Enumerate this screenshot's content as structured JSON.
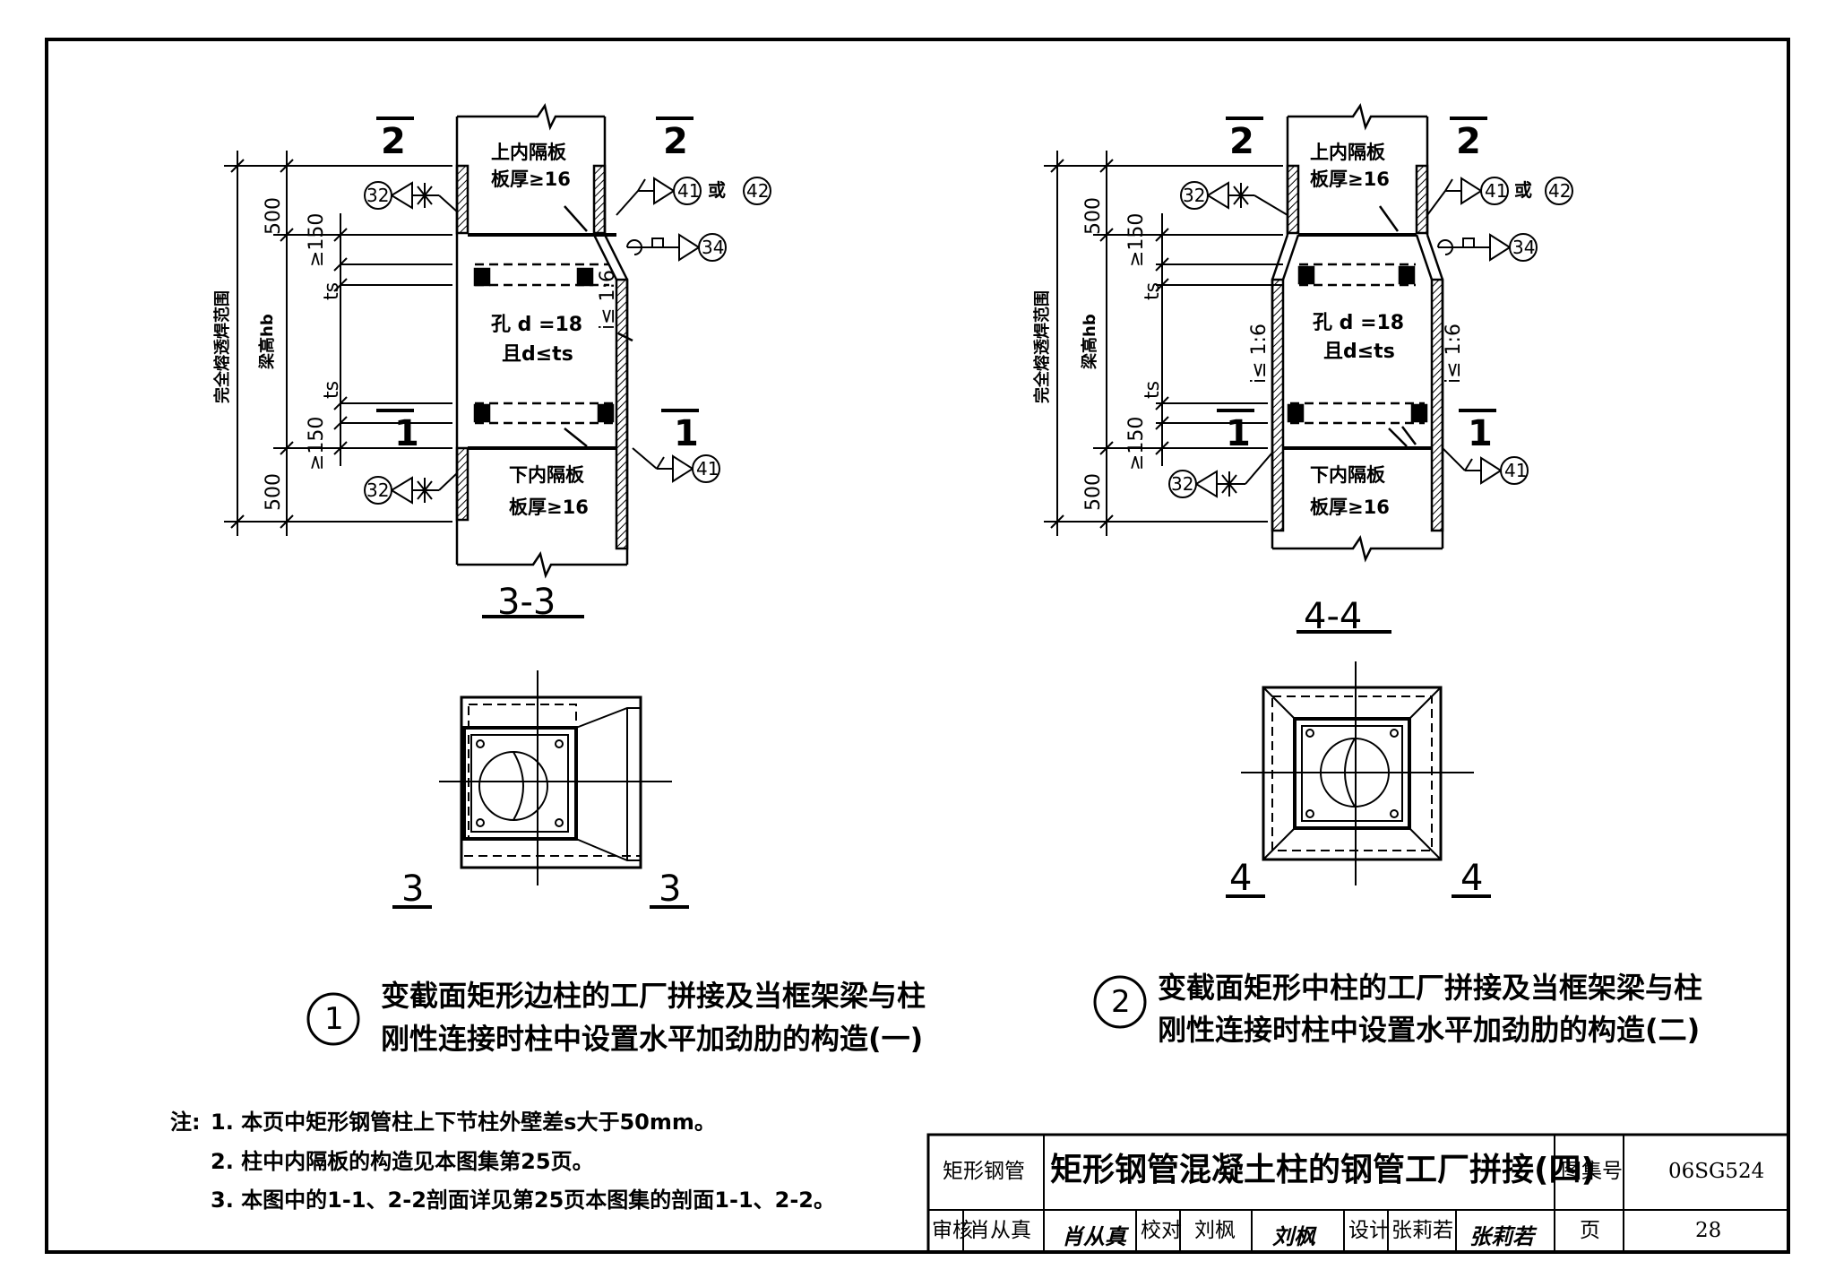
{
  "detail1": {
    "section_label": "3-3",
    "cut_label_top_left": "2",
    "cut_label_top_right": "2",
    "cut_label_bottom_left": "1",
    "cut_label_bottom_right": "1",
    "upper_diaphragm": "上内隔板",
    "upper_thickness": "板厚≥16",
    "lower_diaphragm": "下内隔板",
    "lower_thickness": "板厚≥16",
    "hole_line1": "孔 d =18",
    "hole_line2": "且d≤ts",
    "slope": "i≤ 1:6",
    "weld_range": "完全熔透焊范围",
    "beam_height": "梁高hb",
    "dim_500_top": "500",
    "dim_500_bottom": "500",
    "dim_150_top": "≥150",
    "dim_150_bottom": "≥150",
    "dim_ts_top": "ts",
    "dim_ts_bottom": "ts",
    "weld_32_top": "32",
    "weld_32_bottom": "32",
    "weld_41_top": "41",
    "weld_or": "或",
    "weld_42": "42",
    "weld_34": "34",
    "weld_41_bottom": "41",
    "plan_cut_left": "3",
    "plan_cut_right": "3",
    "number": "1",
    "caption_line1": "变截面矩形边柱的工厂拼接及当框架梁与柱",
    "caption_line2": "刚性连接时柱中设置水平加劲肋的构造(一)"
  },
  "detail2": {
    "section_label": "4-4",
    "cut_label_top_left": "2",
    "cut_label_top_right": "2",
    "cut_label_bottom_left": "1",
    "cut_label_bottom_right": "1",
    "upper_diaphragm": "上内隔板",
    "upper_thickness": "板厚≥16",
    "lower_diaphragm": "下内隔板",
    "lower_thickness": "板厚≥16",
    "hole_line1": "孔 d =18",
    "hole_line2": "且d≤ts",
    "slope_left": "i≤ 1:6",
    "slope_right": "i≤ 1:6",
    "weld_range": "完全熔透焊范围",
    "beam_height": "梁高hb",
    "dim_500_top": "500",
    "dim_500_bottom": "500",
    "dim_150_top": "≥150",
    "dim_150_bottom": "≥150",
    "dim_ts_top": "ts",
    "dim_ts_bottom": "ts",
    "weld_32_top": "32",
    "weld_32_bottom": "32",
    "weld_41_top": "41",
    "weld_or": "或",
    "weld_42": "42",
    "weld_34": "34",
    "weld_41_bottom": "41",
    "plan_cut_left": "4",
    "plan_cut_right": "4",
    "number": "2",
    "caption_line1": "变截面矩形中柱的工厂拼接及当框架梁与柱",
    "caption_line2": "刚性连接时柱中设置水平加劲肋的构造(二)"
  },
  "notes": {
    "prefix": "注:",
    "line1": "1. 本页中矩形钢管柱上下节柱外壁差s大于50mm。",
    "line2": "2. 柱中内隔板的构造见本图集第25页。",
    "line3": "3. 本图中的1-1、2-2剖面详见第25页本图集的剖面1-1、2-2。"
  },
  "title_block": {
    "category": "矩形钢管",
    "title": "矩形钢管混凝土柱的钢管工厂拼接(四)",
    "atlas_label": "图集号",
    "atlas_no": "06SG524",
    "review_label": "审核",
    "reviewer": "肖从真",
    "reviewer_sig": "肖从真",
    "check_label": "校对",
    "checker": "刘枫",
    "checker_sig": "刘枫",
    "design_label": "设计",
    "designer": "张莉若",
    "designer_sig": "张莉若",
    "page_label": "页",
    "page_no": "28"
  }
}
